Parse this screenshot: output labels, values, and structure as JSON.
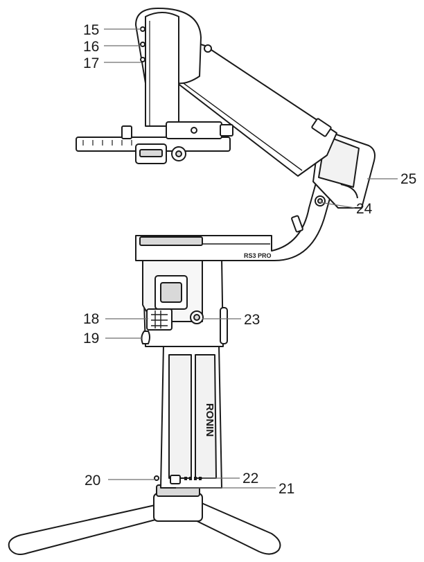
{
  "diagram": {
    "callouts": [
      {
        "id": "c15",
        "text": "15"
      },
      {
        "id": "c16",
        "text": "16"
      },
      {
        "id": "c17",
        "text": "17"
      },
      {
        "id": "c18",
        "text": "18"
      },
      {
        "id": "c19",
        "text": "19"
      },
      {
        "id": "c20",
        "text": "20"
      },
      {
        "id": "c21",
        "text": "21"
      },
      {
        "id": "c22",
        "text": "22"
      },
      {
        "id": "c23",
        "text": "23"
      },
      {
        "id": "c24",
        "text": "24"
      },
      {
        "id": "c25",
        "text": "25"
      }
    ],
    "product_marks": {
      "grip_brand": "RONIN",
      "arm_model": "RS3 PRO"
    },
    "colors": {
      "stroke": "#1a1a1a",
      "fill": "#ffffff",
      "shade": "#d9d9d9"
    }
  }
}
